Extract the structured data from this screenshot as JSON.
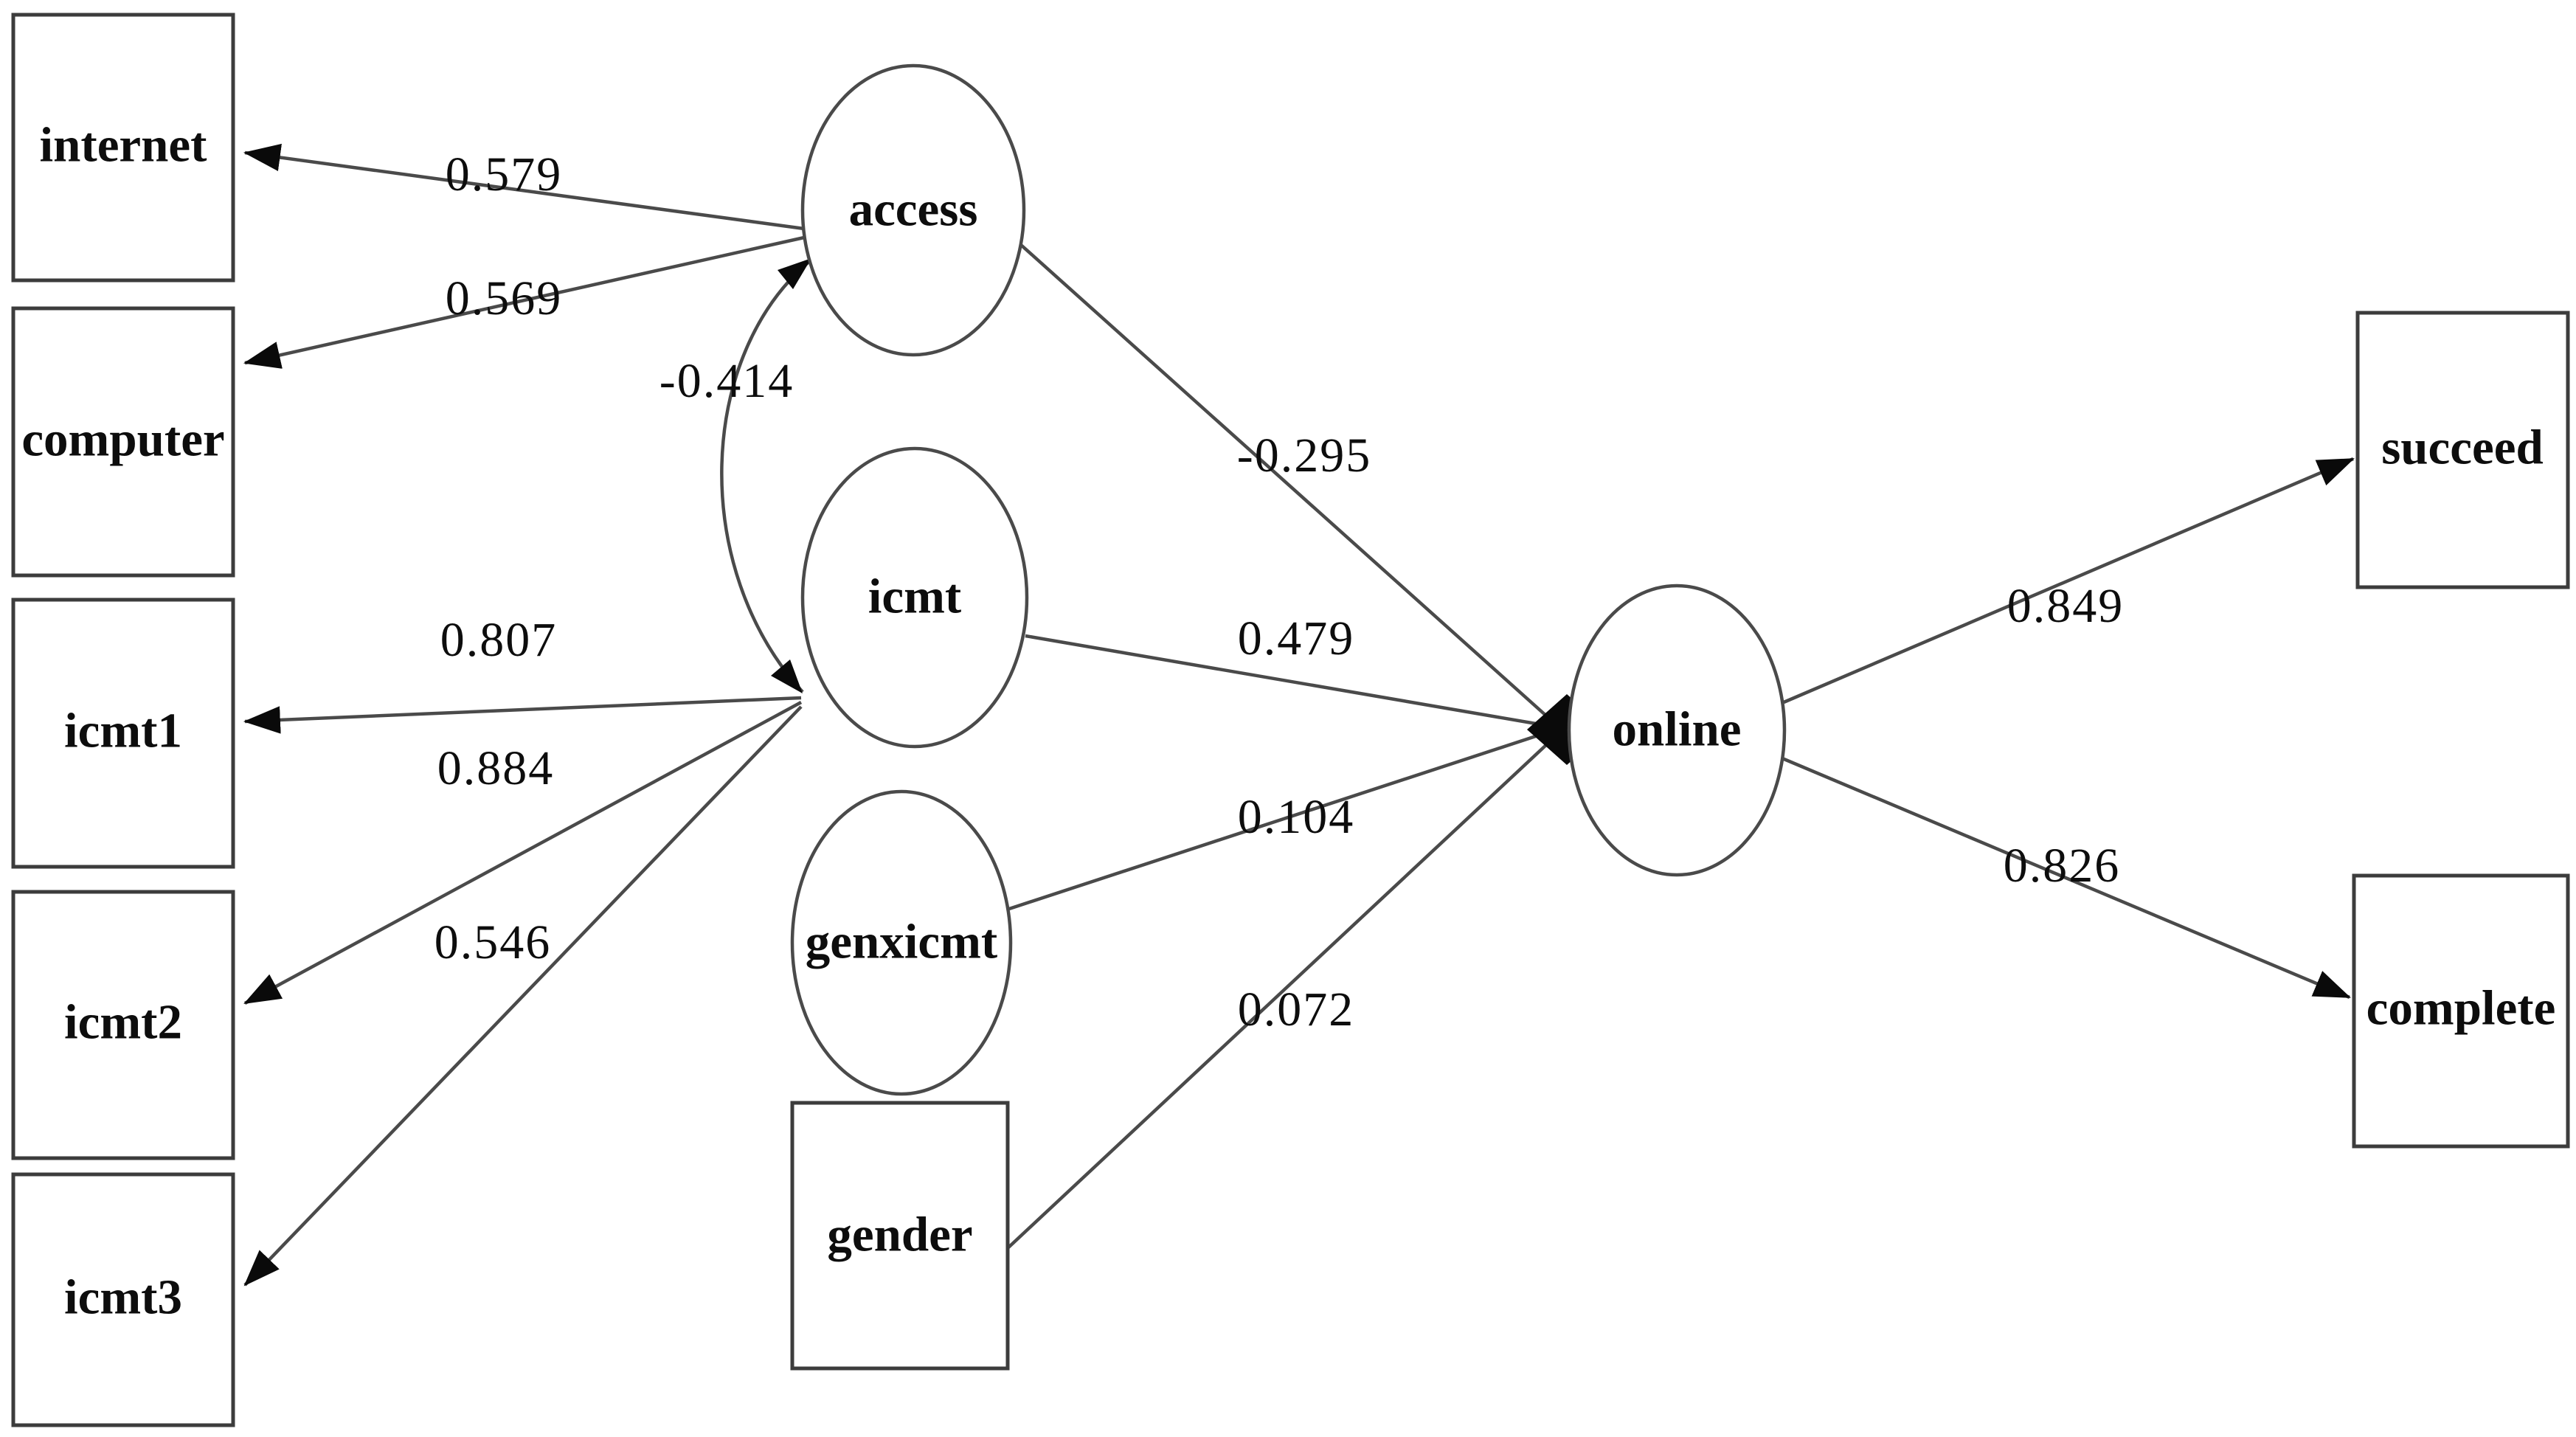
{
  "diagram": {
    "title": "Structural equation model path diagram",
    "type": "SEM path diagram",
    "colors": {
      "background": "#ffffff",
      "line": "#4a4a4a",
      "node_border": "#3c3c3c",
      "text": "#0d0d0d",
      "arrowhead": "#0a0a0a"
    },
    "nodes": {
      "internet": {
        "label": "internet",
        "shape": "rectangle",
        "role": "observed"
      },
      "computer": {
        "label": "computer",
        "shape": "rectangle",
        "role": "observed"
      },
      "icmt1": {
        "label": "icmt1",
        "shape": "rectangle",
        "role": "observed"
      },
      "icmt2": {
        "label": "icmt2",
        "shape": "rectangle",
        "role": "observed"
      },
      "icmt3": {
        "label": "icmt3",
        "shape": "rectangle",
        "role": "observed"
      },
      "access": {
        "label": "access",
        "shape": "ellipse",
        "role": "latent"
      },
      "icmt": {
        "label": "icmt",
        "shape": "ellipse",
        "role": "latent"
      },
      "genxicmt": {
        "label": "genxicmt",
        "shape": "ellipse",
        "role": "latent"
      },
      "gender": {
        "label": "gender",
        "shape": "rectangle",
        "role": "observed"
      },
      "online": {
        "label": "online",
        "shape": "ellipse",
        "role": "latent"
      },
      "succeed": {
        "label": "succeed",
        "shape": "rectangle",
        "role": "observed"
      },
      "complete": {
        "label": "complete",
        "shape": "rectangle",
        "role": "observed"
      }
    },
    "edges": {
      "access_internet": {
        "from": "access",
        "to": "internet",
        "coefficient": "0.579",
        "style": "arrow"
      },
      "access_computer": {
        "from": "access",
        "to": "computer",
        "coefficient": "0.569",
        "style": "arrow"
      },
      "access_icmt": {
        "from": "access",
        "to": "icmt",
        "coefficient": "-0.414",
        "style": "covariance-arc"
      },
      "icmt_icmt1": {
        "from": "icmt",
        "to": "icmt1",
        "coefficient": "0.807",
        "style": "arrow"
      },
      "icmt_icmt2": {
        "from": "icmt",
        "to": "icmt2",
        "coefficient": "0.884",
        "style": "arrow"
      },
      "icmt_icmt3": {
        "from": "icmt",
        "to": "icmt3",
        "coefficient": "0.546",
        "style": "arrow"
      },
      "access_online": {
        "from": "access",
        "to": "online",
        "coefficient": "-0.295",
        "style": "arrow"
      },
      "icmt_online": {
        "from": "icmt",
        "to": "online",
        "coefficient": "0.479",
        "style": "arrow"
      },
      "genxicmt_online": {
        "from": "genxicmt",
        "to": "online",
        "coefficient": "0.104",
        "style": "arrow"
      },
      "gender_online": {
        "from": "gender",
        "to": "online",
        "coefficient": "0.072",
        "style": "arrow"
      },
      "online_succeed": {
        "from": "online",
        "to": "succeed",
        "coefficient": "0.849",
        "style": "arrow"
      },
      "online_complete": {
        "from": "online",
        "to": "complete",
        "coefficient": "0.826",
        "style": "arrow"
      }
    }
  }
}
